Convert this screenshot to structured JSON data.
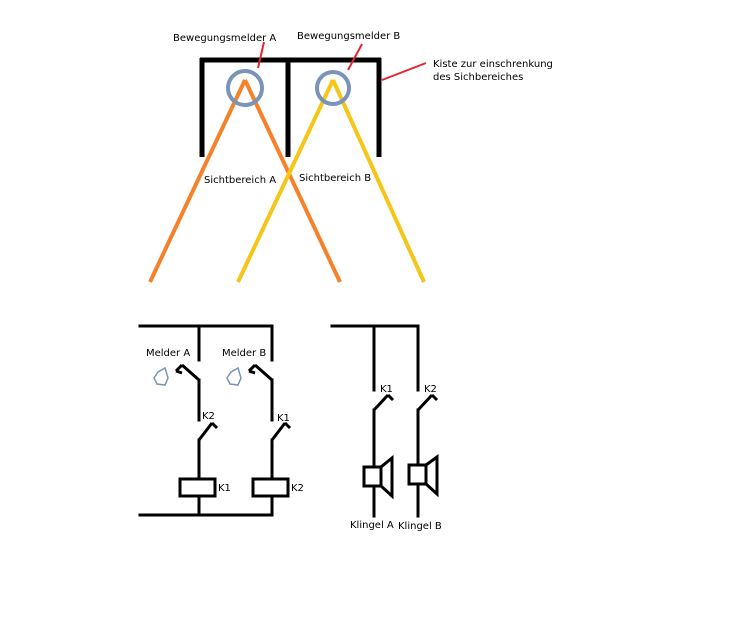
{
  "top_diagram": {
    "sensor_a_label": "Bewegungsmelder A",
    "sensor_b_label": "Bewegungsmelder B",
    "box_label_line1": "Kiste zur einschrenkung",
    "box_label_line2": "des Sichbereiches",
    "view_a_label": "Sichtbereich A",
    "view_b_label": "Sichtbereich B"
  },
  "circuit_left": {
    "switch_a_label": "Melder A",
    "switch_b_label": "Melder B",
    "contact_k2_label": "K2",
    "contact_k1_label": "K1",
    "coil_k1_label": "K1",
    "coil_k2_label": "K2"
  },
  "circuit_right": {
    "contact_k1_label": "K1",
    "contact_k2_label": "K2",
    "bell_a_label": "Klingel A",
    "bell_b_label": "Klingel B"
  },
  "colors": {
    "beam_a": "#f5822a",
    "beam_b": "#f5c518",
    "sensor_ring": "#7a93b8",
    "pointer": "#e3262f",
    "wire": "#000000"
  }
}
